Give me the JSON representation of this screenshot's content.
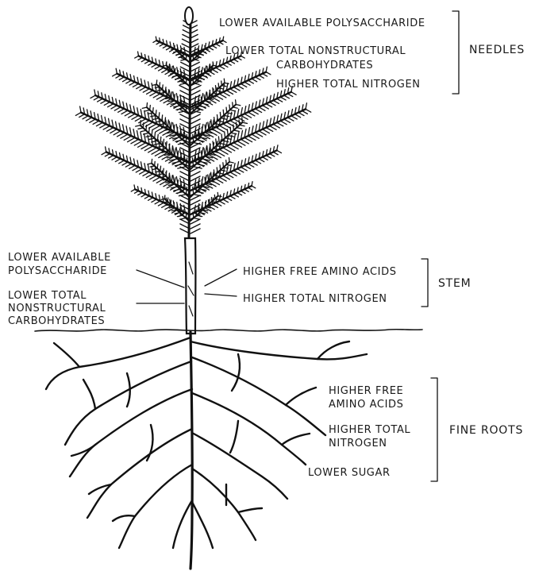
{
  "groups": {
    "needles": {
      "name": "NEEDLES",
      "labels": [
        "LOWER AVAILABLE POLYSACCHARIDE",
        "LOWER TOTAL NONSTRUCTURAL",
        "CARBOHYDRATES",
        "HIGHER TOTAL NITROGEN"
      ]
    },
    "stem": {
      "name": "STEM",
      "labels": [
        "HIGHER FREE AMINO ACIDS",
        "HIGHER TOTAL NITROGEN"
      ]
    },
    "stem_left": {
      "labels": [
        "LOWER AVAILABLE",
        "POLYSACCHARIDE",
        "LOWER TOTAL",
        "NONSTRUCTURAL",
        "CARBOHYDRATES"
      ]
    },
    "fine_roots": {
      "name": "FINE ROOTS",
      "labels": [
        "HIGHER FREE",
        "AMINO ACIDS",
        "HIGHER TOTAL",
        "NITROGEN",
        "LOWER SUGAR"
      ]
    }
  },
  "colors": {
    "ink": "#111111",
    "background": "#ffffff"
  }
}
